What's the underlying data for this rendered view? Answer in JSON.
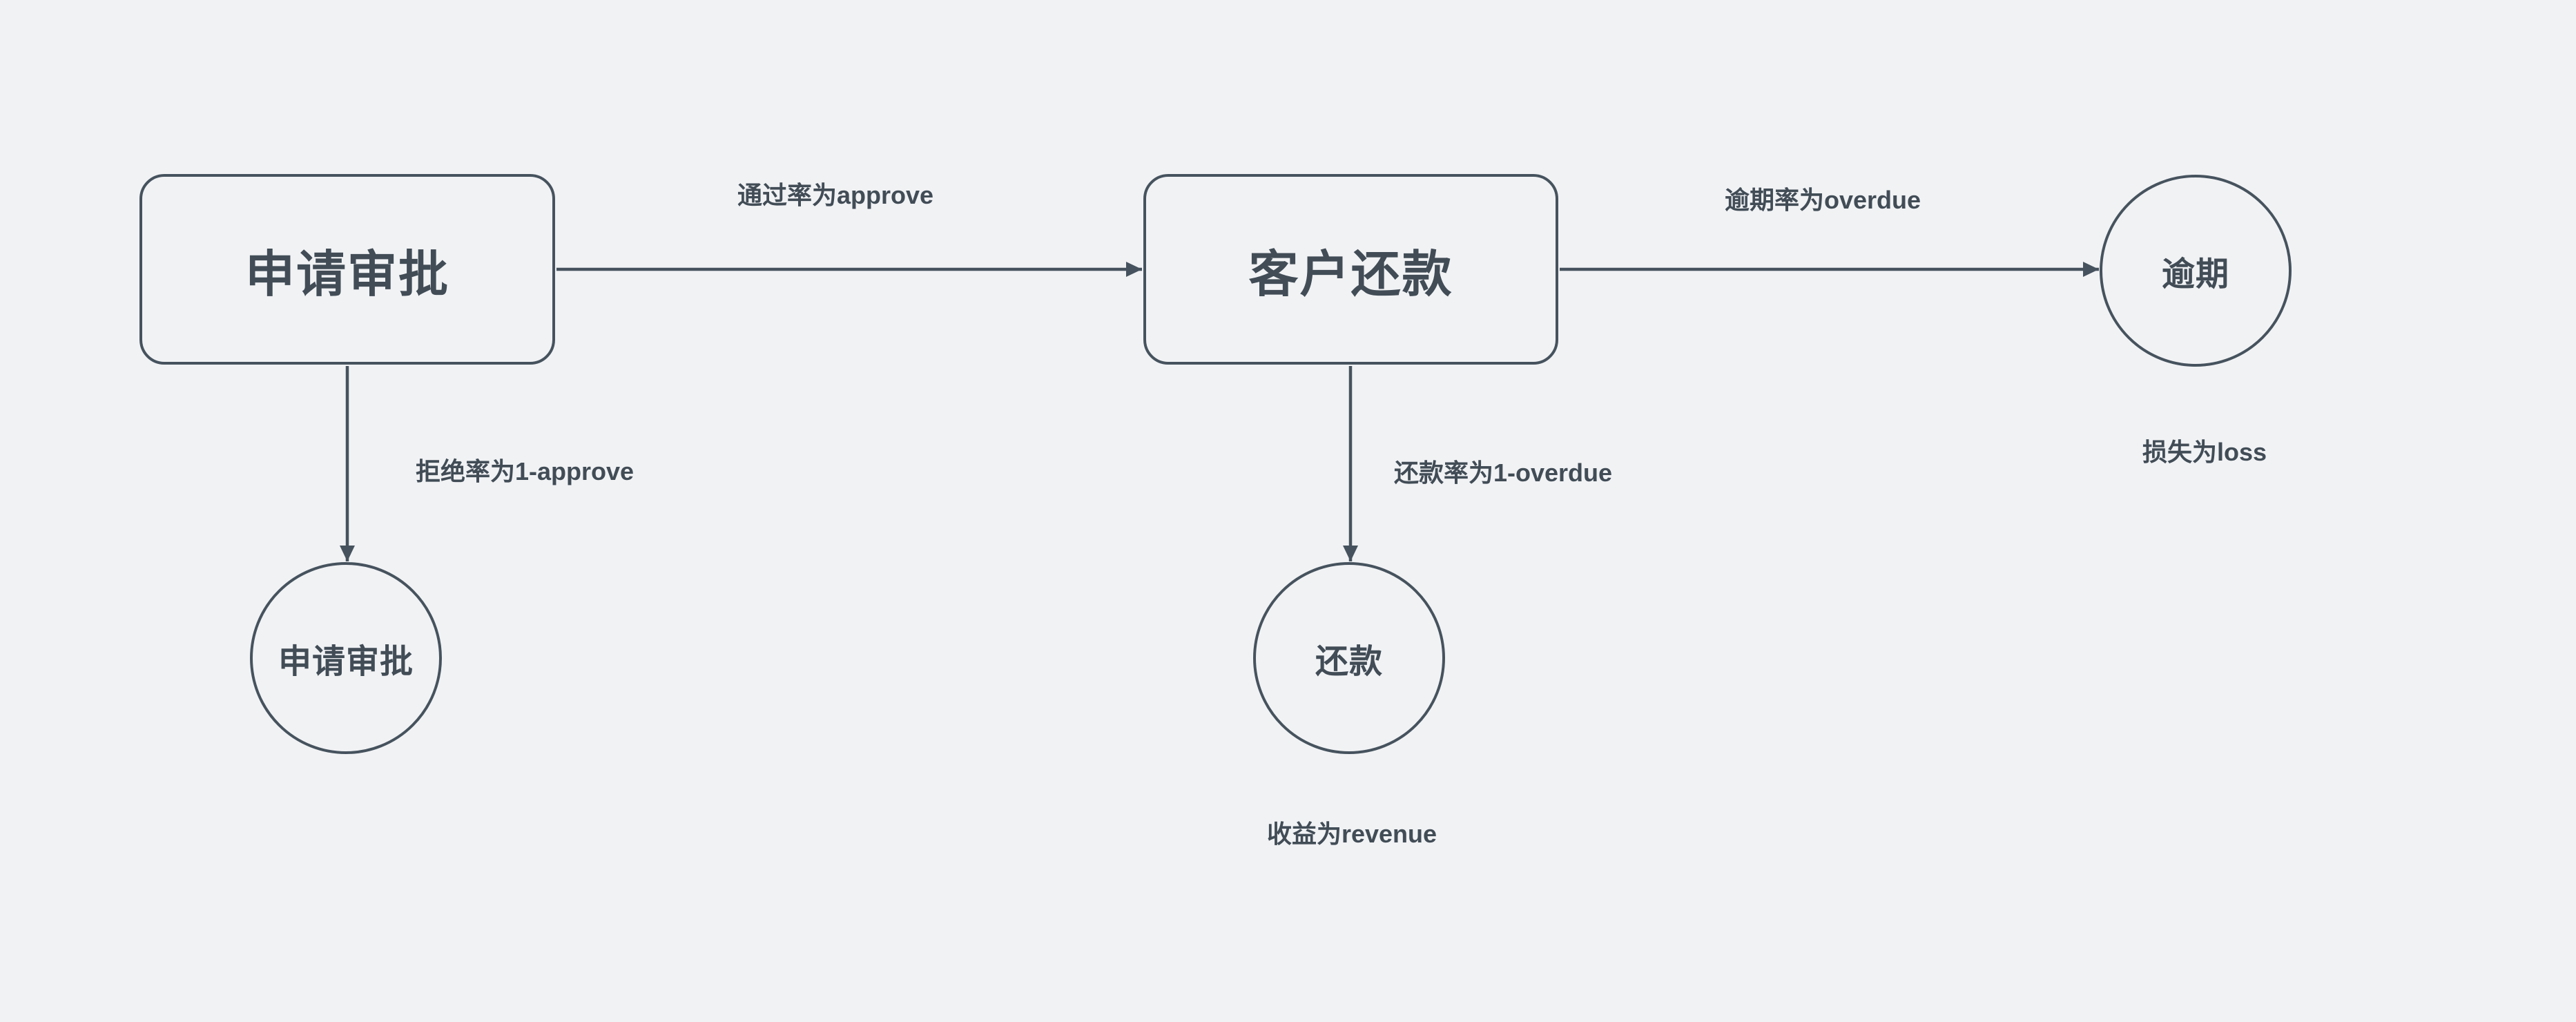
{
  "theme": {
    "bg_color": "#f1f2f4",
    "stroke_color": "#46535e",
    "text_color": "#414c56"
  },
  "nodes": {
    "approval_box": {
      "label": "申请审批",
      "shape": "rounded-rect"
    },
    "repayment_box": {
      "label": "客户还款",
      "shape": "rounded-rect"
    },
    "overdue_circle": {
      "label": "逾期",
      "shape": "circle"
    },
    "approval_circle": {
      "label": "申请审批",
      "shape": "circle"
    },
    "repay_circle": {
      "label": "还款",
      "shape": "circle"
    }
  },
  "edge_labels": {
    "approve": "通过率为approve",
    "overdue": "逾期率为overdue",
    "reject": "拒绝率为1-approve",
    "repay": "还款率为1-overdue"
  },
  "annotations": {
    "loss": "损失为loss",
    "revenue": "收益为revenue"
  }
}
